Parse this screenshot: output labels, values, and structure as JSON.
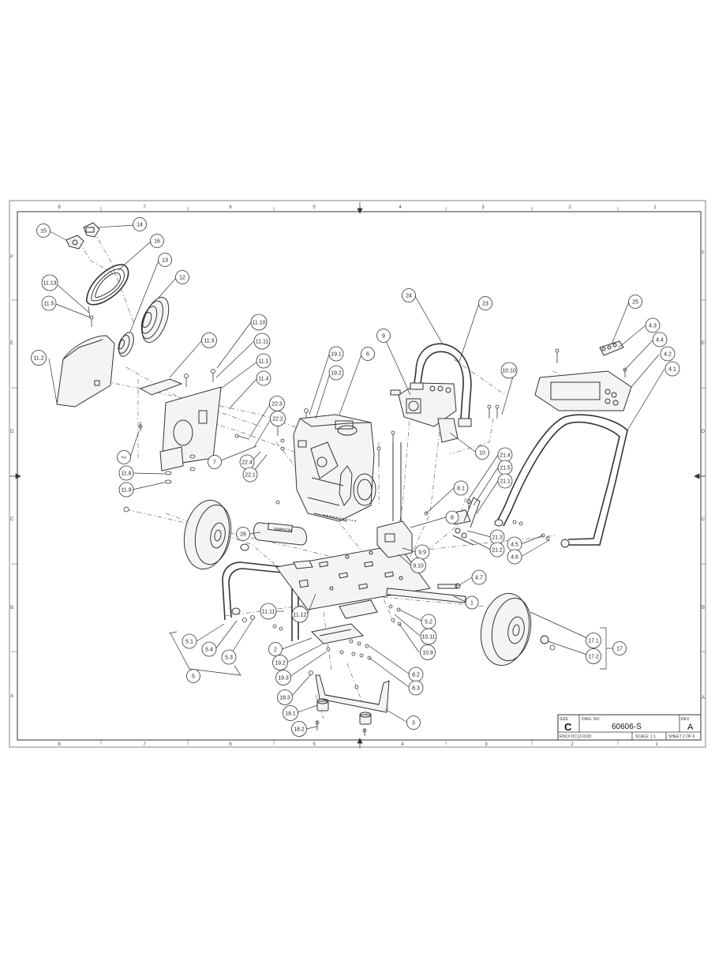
{
  "zones": {
    "top": [
      "8",
      "7",
      "6",
      "5",
      "4",
      "3",
      "2",
      "1"
    ],
    "bottom": [
      "8",
      "7",
      "6",
      "5",
      "4",
      "3",
      "2",
      "1"
    ],
    "left": [
      "F",
      "E",
      "D",
      "C",
      "B",
      "A"
    ],
    "right": [
      "F",
      "E",
      "D",
      "C",
      "B",
      "A"
    ]
  },
  "callouts": [
    {
      "label": "15"
    },
    {
      "label": "14"
    },
    {
      "label": "16"
    },
    {
      "label": "13"
    },
    {
      "label": "12"
    },
    {
      "label": "11.13"
    },
    {
      "label": "11.5"
    },
    {
      "label": "11.2"
    },
    {
      "label": "11.3"
    },
    {
      "label": "11.10"
    },
    {
      "label": "11.11"
    },
    {
      "label": "11.1"
    },
    {
      "label": "11.4"
    },
    {
      "label": "19.1"
    },
    {
      "label": "19.2"
    },
    {
      "label": "6"
    },
    {
      "label": "9"
    },
    {
      "label": "24"
    },
    {
      "label": "23"
    },
    {
      "label": "25"
    },
    {
      "label": "4.3"
    },
    {
      "label": "4.4"
    },
    {
      "label": "4.2"
    },
    {
      "label": "4.1"
    },
    {
      "label": "10.10"
    },
    {
      "label": "22.3"
    },
    {
      "label": "22.2"
    },
    {
      "label": "7"
    },
    {
      "label": "22.4"
    },
    {
      "label": "22.1"
    },
    {
      "label": "2"
    },
    {
      "label": "11.8"
    },
    {
      "label": "11.9"
    },
    {
      "label": "10"
    },
    {
      "label": "21.4"
    },
    {
      "label": "21.5"
    },
    {
      "label": "21.1"
    },
    {
      "label": "8.1"
    },
    {
      "label": "8"
    },
    {
      "label": "21.3"
    },
    {
      "label": "21.2"
    },
    {
      "label": "4.5"
    },
    {
      "label": "4.6"
    },
    {
      "label": "26"
    },
    {
      "label": "9.9"
    },
    {
      "label": "9.10"
    },
    {
      "label": "4.7"
    },
    {
      "label": "1"
    },
    {
      "label": "11.11"
    },
    {
      "label": "11.12"
    },
    {
      "label": "5.2"
    },
    {
      "label": "10.11"
    },
    {
      "label": "10.9"
    },
    {
      "label": "5.1"
    },
    {
      "label": "5.4"
    },
    {
      "label": "5.3"
    },
    {
      "label": "2"
    },
    {
      "label": "19.2"
    },
    {
      "label": "19.3"
    },
    {
      "label": "5"
    },
    {
      "label": "8.2"
    },
    {
      "label": "8.3"
    },
    {
      "label": "18.3"
    },
    {
      "label": "18.1"
    },
    {
      "label": "18.2"
    },
    {
      "label": "3"
    },
    {
      "label": "17.1"
    },
    {
      "label": "17.2"
    },
    {
      "label": "17"
    }
  ],
  "title_block": {
    "size_label": "SIZE",
    "size_value": "C",
    "dwg_label": "DWG. NO.",
    "dwg_number": "60606-S",
    "rev_label": "REV",
    "rev_value": "A",
    "ecn": "ENC# DC12-0103",
    "scale": "SCALE: 1:1",
    "sheet": "SHEET 2 OF 6"
  },
  "decal_text": "SIMPSON"
}
